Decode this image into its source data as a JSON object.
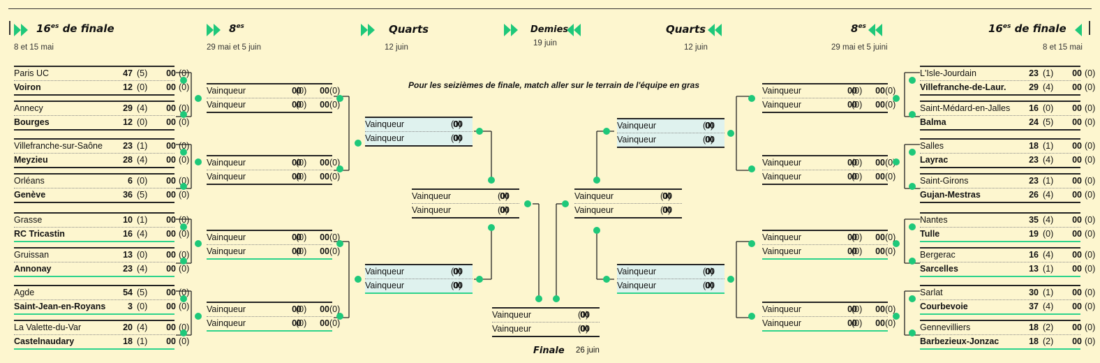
{
  "headers": [
    {
      "title": "16",
      "sup": "es",
      "rest": " de finale",
      "date": "8 et 15 mai"
    },
    {
      "title": "8",
      "sup": "es",
      "rest": "",
      "date": "29 mai et 5 juin"
    },
    {
      "title": "Quarts",
      "sup": "",
      "rest": "",
      "date": "12 juin"
    },
    {
      "title": "Demies",
      "sup": "",
      "rest": "",
      "date": "19 juin"
    },
    {
      "title": "Quarts",
      "sup": "",
      "rest": "",
      "date": "12 juin"
    },
    {
      "title": "8",
      "sup": "es",
      "rest": "",
      "date": "29 mai et 5 juini"
    },
    {
      "title": "16",
      "sup": "es",
      "rest": " de finale",
      "date": "8 et 15 mai"
    }
  ],
  "note": "Pour les seizièmes de finale, match aller sur le terrain de l'équipe en gras",
  "final_label": "Finale",
  "final_date": "26 juin",
  "left16": [
    [
      [
        "Paris UC",
        "47",
        "(5)",
        "00",
        "(0)",
        false
      ],
      [
        "Voiron",
        "12",
        "(0)",
        "00",
        "(0)",
        true
      ]
    ],
    [
      [
        "Annecy",
        "29",
        "(4)",
        "00",
        "(0)",
        false
      ],
      [
        "Bourges",
        "12",
        "(0)",
        "00",
        "(0)",
        true
      ]
    ],
    [
      [
        "Villefranche-sur-Saône",
        "23",
        "(1)",
        "00",
        "(0)",
        false
      ],
      [
        "Meyzieu",
        "28",
        "(4)",
        "00",
        "(0)",
        true
      ]
    ],
    [
      [
        "Orléans",
        "6",
        "(0)",
        "00",
        "(0)",
        false
      ],
      [
        "Genève",
        "36",
        "(5)",
        "00",
        "(0)",
        true
      ]
    ],
    [
      [
        "Grasse",
        "10",
        "(1)",
        "00",
        "(0)",
        false
      ],
      [
        "RC Tricastin",
        "16",
        "(4)",
        "00",
        "(0)",
        true
      ]
    ],
    [
      [
        "Gruissan",
        "13",
        "(0)",
        "00",
        "(0)",
        false
      ],
      [
        "Annonay",
        "23",
        "(4)",
        "00",
        "(0)",
        true
      ]
    ],
    [
      [
        "Agde",
        "54",
        "(5)",
        "00",
        "(0)",
        false
      ],
      [
        "Saint-Jean-en-Royans",
        "3",
        "(0)",
        "00",
        "(0)",
        true
      ]
    ],
    [
      [
        "La Valette-du-Var",
        "20",
        "(4)",
        "00",
        "(0)",
        false
      ],
      [
        "Castelnaudary",
        "18",
        "(1)",
        "00",
        "(0)",
        true
      ]
    ]
  ],
  "right16": [
    [
      [
        "L'Isle-Jourdain",
        "23",
        "(1)",
        "00",
        "(0)",
        false
      ],
      [
        "Villefranche-de-Laur.",
        "29",
        "(4)",
        "00",
        "(0)",
        true
      ]
    ],
    [
      [
        "Saint-Médard-en-Jalles",
        "16",
        "(0)",
        "00",
        "(0)",
        false
      ],
      [
        "Balma",
        "24",
        "(5)",
        "00",
        "(0)",
        true
      ]
    ],
    [
      [
        "Salles",
        "18",
        "(1)",
        "00",
        "(0)",
        false
      ],
      [
        "Layrac",
        "23",
        "(4)",
        "00",
        "(0)",
        true
      ]
    ],
    [
      [
        "Saint-Girons",
        "23",
        "(1)",
        "00",
        "(0)",
        false
      ],
      [
        "Gujan-Mestras",
        "26",
        "(4)",
        "00",
        "(0)",
        true
      ]
    ],
    [
      [
        "Nantes",
        "35",
        "(4)",
        "00",
        "(0)",
        false
      ],
      [
        "Tulle",
        "19",
        "(0)",
        "00",
        "(0)",
        true
      ]
    ],
    [
      [
        "Bergerac",
        "16",
        "(4)",
        "00",
        "(0)",
        false
      ],
      [
        "Sarcelles",
        "13",
        "(1)",
        "00",
        "(0)",
        true
      ]
    ],
    [
      [
        "Sarlat",
        "30",
        "(1)",
        "00",
        "(0)",
        false
      ],
      [
        "Courbevoie",
        "37",
        "(4)",
        "00",
        "(0)",
        true
      ]
    ],
    [
      [
        "Gennevilliers",
        "18",
        "(2)",
        "00",
        "(0)",
        false
      ],
      [
        "Barbezieux-Jonzac",
        "18",
        "(2)",
        "00",
        "(0)",
        true
      ]
    ]
  ],
  "eighth_row": [
    "Vainqueur",
    "00",
    "(0)",
    "00",
    "(0)"
  ],
  "single_row": [
    "Vainqueur",
    "00",
    "(0)"
  ],
  "colors": {
    "background": "#fdf6cf",
    "accent": "#1ec87a",
    "line": "#222222",
    "highlight": "#dff2ee"
  }
}
